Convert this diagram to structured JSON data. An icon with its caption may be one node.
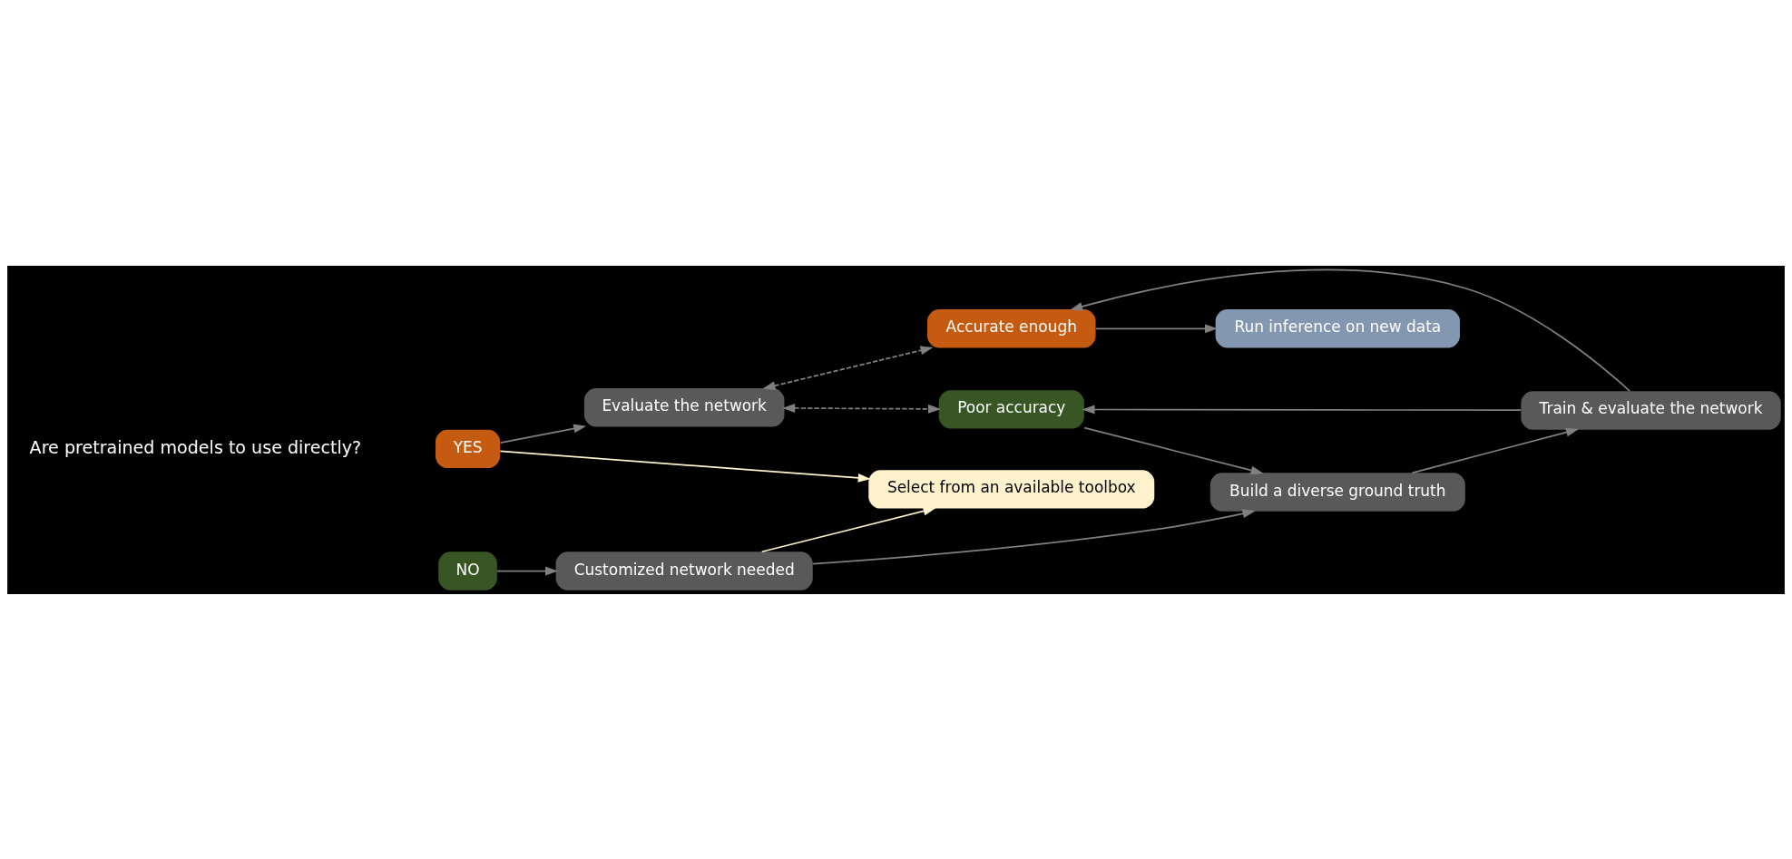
{
  "diagram": {
    "nodes": [
      {
        "text": [
          "YES"
        ]
      },
      {
        "text": [
          "NO"
        ]
      },
      {
        "text": [
          "Select from an available toolbox"
        ]
      },
      {
        "text": [
          "Evaluate the network"
        ]
      },
      {
        "text": [
          "Customized network needed"
        ]
      },
      {
        "text": [
          "Build a diverse ground truth"
        ]
      },
      {
        "text": [
          "Train & evaluate the network"
        ]
      },
      {
        "text": [
          "Accurate enough"
        ]
      },
      {
        "text": [
          "Poor accuracy"
        ]
      },
      {
        "text": [
          "Run inference on new data"
        ]
      }
    ],
    "edges": [
      {
        "from": 0,
        "to": 2,
        "arrow": "to",
        "color": "#fff2cc"
      },
      {
        "from": 0,
        "to": 3,
        "arrow": "to"
      },
      {
        "from": 1,
        "to": 4,
        "arrow": "to"
      },
      {
        "from": 4,
        "to": 2,
        "arrow": "to",
        "color": "#fff2cc"
      },
      {
        "from": 4,
        "to": 5,
        "arrow": "to"
      },
      {
        "from": 5,
        "to": 6,
        "arrow": "to"
      },
      {
        "from": 6,
        "to": 7,
        "arrow": "to"
      },
      {
        "from": 6,
        "to": 8,
        "arrow": "to"
      },
      {
        "from": 3,
        "to": 7,
        "arrow": "both",
        "style": "dashed"
      },
      {
        "from": 3,
        "to": 8,
        "arrow": "both",
        "style": "dashed"
      },
      {
        "from": 8,
        "to": 5,
        "arrow": "to"
      },
      {
        "from": 7,
        "to": 9,
        "arrow": "to"
      }
    ],
    "labels": [
      "Are pretrained models to use directly?"
    ]
  }
}
